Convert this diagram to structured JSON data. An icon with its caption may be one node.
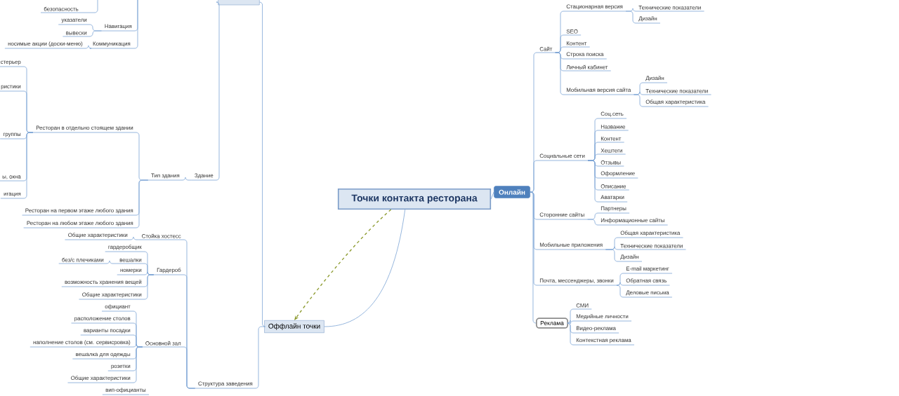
{
  "diagram": {
    "nodes": [
      {
        "text": [
          "Точки контакта ресторана"
        ]
      },
      {
        "text": [
          "Онлайн"
        ]
      },
      {
        "text": [
          "Сайт"
        ]
      },
      {
        "text": [
          "Стационарная версия"
        ]
      },
      {
        "text": [
          "Технические показатели"
        ]
      },
      {
        "text": [
          "Дизайн"
        ]
      },
      {
        "text": [
          "SEO"
        ]
      },
      {
        "text": [
          "Контент"
        ]
      },
      {
        "text": [
          "Строка поиска"
        ]
      },
      {
        "text": [
          "Личный кабинет"
        ]
      },
      {
        "text": [
          "Мобильная версия сайта"
        ]
      },
      {
        "text": [
          "Дизайн"
        ]
      },
      {
        "text": [
          "Технические показатели"
        ]
      },
      {
        "text": [
          "Общая характеристика"
        ]
      },
      {
        "text": [
          "Социальные сети"
        ]
      },
      {
        "text": [
          "Соц.сеть"
        ]
      },
      {
        "text": [
          "Название"
        ]
      },
      {
        "text": [
          "Контент"
        ]
      },
      {
        "text": [
          "Хештеги"
        ]
      },
      {
        "text": [
          "Отзывы"
        ]
      },
      {
        "text": [
          "Оформление"
        ]
      },
      {
        "text": [
          "Описание"
        ]
      },
      {
        "text": [
          "Аватарки"
        ]
      },
      {
        "text": [
          "Сторонние сайты"
        ]
      },
      {
        "text": [
          "Партнеры"
        ]
      },
      {
        "text": [
          "Информационные сайты"
        ]
      },
      {
        "text": [
          "Мобильные приложения"
        ]
      },
      {
        "text": [
          "Общая характеристика"
        ]
      },
      {
        "text": [
          "Технические показатели"
        ]
      },
      {
        "text": [
          "Дизайн"
        ]
      },
      {
        "text": [
          "Почта, мессенджеры, звонки"
        ]
      },
      {
        "text": [
          "E-mail маркетинг"
        ]
      },
      {
        "text": [
          "Обратная связь"
        ]
      },
      {
        "text": [
          "Деловые письма"
        ]
      },
      {
        "text": [
          "Реклама"
        ]
      },
      {
        "text": [
          "СМИ"
        ]
      },
      {
        "text": [
          "Медийные личности"
        ]
      },
      {
        "text": [
          "Видео-реклама"
        ]
      },
      {
        "text": [
          "Контекстная реклама"
        ]
      },
      {
        "text": [
          "Оффлайн точки"
        ]
      },
      {
        "text": [],
        "shape": "box"
      },
      {
        "text": [
          "безопасность"
        ]
      },
      {
        "text": [
          "Навигация"
        ]
      },
      {
        "text": [
          "указатели"
        ]
      },
      {
        "text": [
          "вывески"
        ]
      },
      {
        "text": [
          "Коммуникация"
        ]
      },
      {
        "text": [
          "носимые акции (доски-меню)"
        ]
      },
      {
        "text": [
          "Здание"
        ]
      },
      {
        "text": [
          "Тип здания"
        ]
      },
      {
        "text": [
          "Ресторан в отдельно стоящем здании"
        ]
      },
      {
        "text": [
          "стерьер"
        ]
      },
      {
        "text": [
          "ристики"
        ]
      },
      {
        "text": [
          "группы"
        ]
      },
      {
        "text": [
          "ы, окна"
        ]
      },
      {
        "text": [
          "игация"
        ]
      },
      {
        "text": [
          "Ресторан на первом этаже любого здания"
        ]
      },
      {
        "text": [
          "Ресторан на любом этаже любого здания"
        ]
      },
      {
        "text": [
          "Структура заведения"
        ]
      },
      {
        "text": [
          "Стойка хостесс"
        ]
      },
      {
        "text": [
          "Общие характеристики"
        ]
      },
      {
        "text": [
          "Гардероб"
        ]
      },
      {
        "text": [
          "гардеробщик"
        ]
      },
      {
        "text": [
          "вешалки"
        ]
      },
      {
        "text": [
          "без/с плечиками"
        ]
      },
      {
        "text": [
          "номерки"
        ]
      },
      {
        "text": [
          "возможность хранения вещей"
        ]
      },
      {
        "text": [
          "Общие характеристики"
        ]
      },
      {
        "text": [
          "Основной зал"
        ]
      },
      {
        "text": [
          "официант"
        ]
      },
      {
        "text": [
          "расположение столов"
        ]
      },
      {
        "text": [
          "варианты посадки"
        ]
      },
      {
        "text": [
          "наполнение столов (см. сервисровка)"
        ]
      },
      {
        "text": [
          "вешалка для одежды"
        ]
      },
      {
        "text": [
          "розетки"
        ]
      },
      {
        "text": [
          "Общие характеристики"
        ]
      },
      {
        "text": [
          "вип-официанты"
        ]
      }
    ],
    "edges": [
      {
        "from": 0,
        "to": 1,
        "arrow": "none"
      },
      {
        "from": 0,
        "to": 39,
        "arrow": "none"
      },
      {
        "from": 0,
        "to": 39,
        "arrow": "to",
        "style": "dashed",
        "color": "#8c9a2e"
      },
      {
        "from": 1,
        "to": 2,
        "arrow": "none"
      },
      {
        "from": 1,
        "to": 14,
        "arrow": "none"
      },
      {
        "from": 1,
        "to": 23,
        "arrow": "none"
      },
      {
        "from": 1,
        "to": 26,
        "arrow": "none"
      },
      {
        "from": 1,
        "to": 30,
        "arrow": "none"
      },
      {
        "from": 1,
        "to": 34,
        "arrow": "none"
      },
      {
        "from": 2,
        "to": 3,
        "arrow": "none"
      },
      {
        "from": 2,
        "to": 6,
        "arrow": "none"
      },
      {
        "from": 2,
        "to": 7,
        "arrow": "none"
      },
      {
        "from": 2,
        "to": 8,
        "arrow": "none"
      },
      {
        "from": 2,
        "to": 9,
        "arrow": "none"
      },
      {
        "from": 2,
        "to": 10,
        "arrow": "none"
      },
      {
        "from": 3,
        "to": 4,
        "arrow": "none"
      },
      {
        "from": 3,
        "to": 5,
        "arrow": "none"
      },
      {
        "from": 10,
        "to": 11,
        "arrow": "none"
      },
      {
        "from": 10,
        "to": 12,
        "arrow": "none"
      },
      {
        "from": 10,
        "to": 13,
        "arrow": "none"
      },
      {
        "from": 14,
        "to": 15,
        "arrow": "none"
      },
      {
        "from": 14,
        "to": 16,
        "arrow": "none"
      },
      {
        "from": 14,
        "to": 17,
        "arrow": "none"
      },
      {
        "from": 14,
        "to": 18,
        "arrow": "none"
      },
      {
        "from": 14,
        "to": 19,
        "arrow": "none"
      },
      {
        "from": 14,
        "to": 20,
        "arrow": "none"
      },
      {
        "from": 14,
        "to": 21,
        "arrow": "none"
      },
      {
        "from": 14,
        "to": 22,
        "arrow": "none"
      },
      {
        "from": 23,
        "to": 24,
        "arrow": "none"
      },
      {
        "from": 23,
        "to": 25,
        "arrow": "none"
      },
      {
        "from": 26,
        "to": 27,
        "arrow": "none"
      },
      {
        "from": 26,
        "to": 28,
        "arrow": "none"
      },
      {
        "from": 26,
        "to": 29,
        "arrow": "none"
      },
      {
        "from": 30,
        "to": 31,
        "arrow": "none"
      },
      {
        "from": 30,
        "to": 32,
        "arrow": "none"
      },
      {
        "from": 30,
        "to": 33,
        "arrow": "none"
      },
      {
        "from": 34,
        "to": 35,
        "arrow": "none"
      },
      {
        "from": 34,
        "to": 36,
        "arrow": "none"
      },
      {
        "from": 34,
        "to": 37,
        "arrow": "none"
      },
      {
        "from": 34,
        "to": 38,
        "arrow": "none"
      },
      {
        "from": 39,
        "to": 40,
        "arrow": "none"
      },
      {
        "from": 39,
        "to": 57,
        "arrow": "none"
      },
      {
        "from": null,
        "to": 41,
        "arrow": "none"
      },
      {
        "from": null,
        "to": 42,
        "arrow": "none"
      },
      {
        "from": null,
        "to": 45,
        "arrow": "none"
      },
      {
        "from": 42,
        "to": 43,
        "arrow": "none"
      },
      {
        "from": 42,
        "to": 44,
        "arrow": "none"
      },
      {
        "from": 45,
        "to": 46,
        "arrow": "none"
      },
      {
        "from": 40,
        "to": 47,
        "arrow": "none"
      },
      {
        "from": 47,
        "to": 48,
        "arrow": "none"
      },
      {
        "from": 48,
        "to": 49,
        "arrow": "none"
      },
      {
        "from": 48,
        "to": 55,
        "arrow": "none"
      },
      {
        "from": 48,
        "to": 56,
        "arrow": "none"
      },
      {
        "from": 49,
        "to": 50,
        "arrow": "none"
      },
      {
        "from": 49,
        "to": 51,
        "arrow": "none"
      },
      {
        "from": 49,
        "to": 52,
        "arrow": "none"
      },
      {
        "from": 49,
        "to": 53,
        "arrow": "none"
      },
      {
        "from": 49,
        "to": 54,
        "arrow": "none"
      },
      {
        "from": 57,
        "to": 58,
        "arrow": "none"
      },
      {
        "from": 57,
        "to": 60,
        "arrow": "none"
      },
      {
        "from": 57,
        "to": 67,
        "arrow": "none"
      },
      {
        "from": 58,
        "to": 59,
        "arrow": "none"
      },
      {
        "from": 60,
        "to": 61,
        "arrow": "none"
      },
      {
        "from": 60,
        "to": 62,
        "arrow": "none"
      },
      {
        "from": 60,
        "to": 64,
        "arrow": "none"
      },
      {
        "from": 60,
        "to": 65,
        "arrow": "none"
      },
      {
        "from": 60,
        "to": 66,
        "arrow": "none"
      },
      {
        "from": 62,
        "to": 63,
        "arrow": "none"
      },
      {
        "from": 67,
        "to": 68,
        "arrow": "none"
      },
      {
        "from": 67,
        "to": 69,
        "arrow": "none"
      },
      {
        "from": 67,
        "to": 70,
        "arrow": "none"
      },
      {
        "from": 67,
        "to": 71,
        "arrow": "none"
      },
      {
        "from": 67,
        "to": 72,
        "arrow": "none"
      },
      {
        "from": 67,
        "to": 73,
        "arrow": "none"
      },
      {
        "from": 67,
        "to": 74,
        "arrow": "none"
      }
    ]
  }
}
